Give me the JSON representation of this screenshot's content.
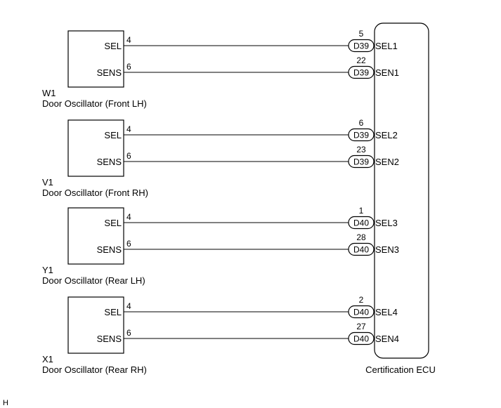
{
  "ecu": {
    "name": "Certification ECU"
  },
  "oscillators": [
    {
      "id": "W1",
      "name": "Door Oscillator (Front LH)",
      "pins": [
        {
          "label": "SEL",
          "pin": "4",
          "connector": "D39",
          "ecu_pin": "5",
          "ecu_label": "SEL1"
        },
        {
          "label": "SENS",
          "pin": "6",
          "connector": "D39",
          "ecu_pin": "22",
          "ecu_label": "SEN1"
        }
      ]
    },
    {
      "id": "V1",
      "name": "Door Oscillator (Front RH)",
      "pins": [
        {
          "label": "SEL",
          "pin": "4",
          "connector": "D39",
          "ecu_pin": "6",
          "ecu_label": "SEL2"
        },
        {
          "label": "SENS",
          "pin": "6",
          "connector": "D39",
          "ecu_pin": "23",
          "ecu_label": "SEN2"
        }
      ]
    },
    {
      "id": "Y1",
      "name": "Door Oscillator (Rear LH)",
      "pins": [
        {
          "label": "SEL",
          "pin": "4",
          "connector": "D40",
          "ecu_pin": "1",
          "ecu_label": "SEL3"
        },
        {
          "label": "SENS",
          "pin": "6",
          "connector": "D40",
          "ecu_pin": "28",
          "ecu_label": "SEN3"
        }
      ]
    },
    {
      "id": "X1",
      "name": "Door Oscillator (Rear RH)",
      "pins": [
        {
          "label": "SEL",
          "pin": "4",
          "connector": "D40",
          "ecu_pin": "2",
          "ecu_label": "SEL4"
        },
        {
          "label": "SENS",
          "pin": "6",
          "connector": "D40",
          "ecu_pin": "27",
          "ecu_label": "SEN4"
        }
      ]
    }
  ],
  "footer_mark": "H"
}
